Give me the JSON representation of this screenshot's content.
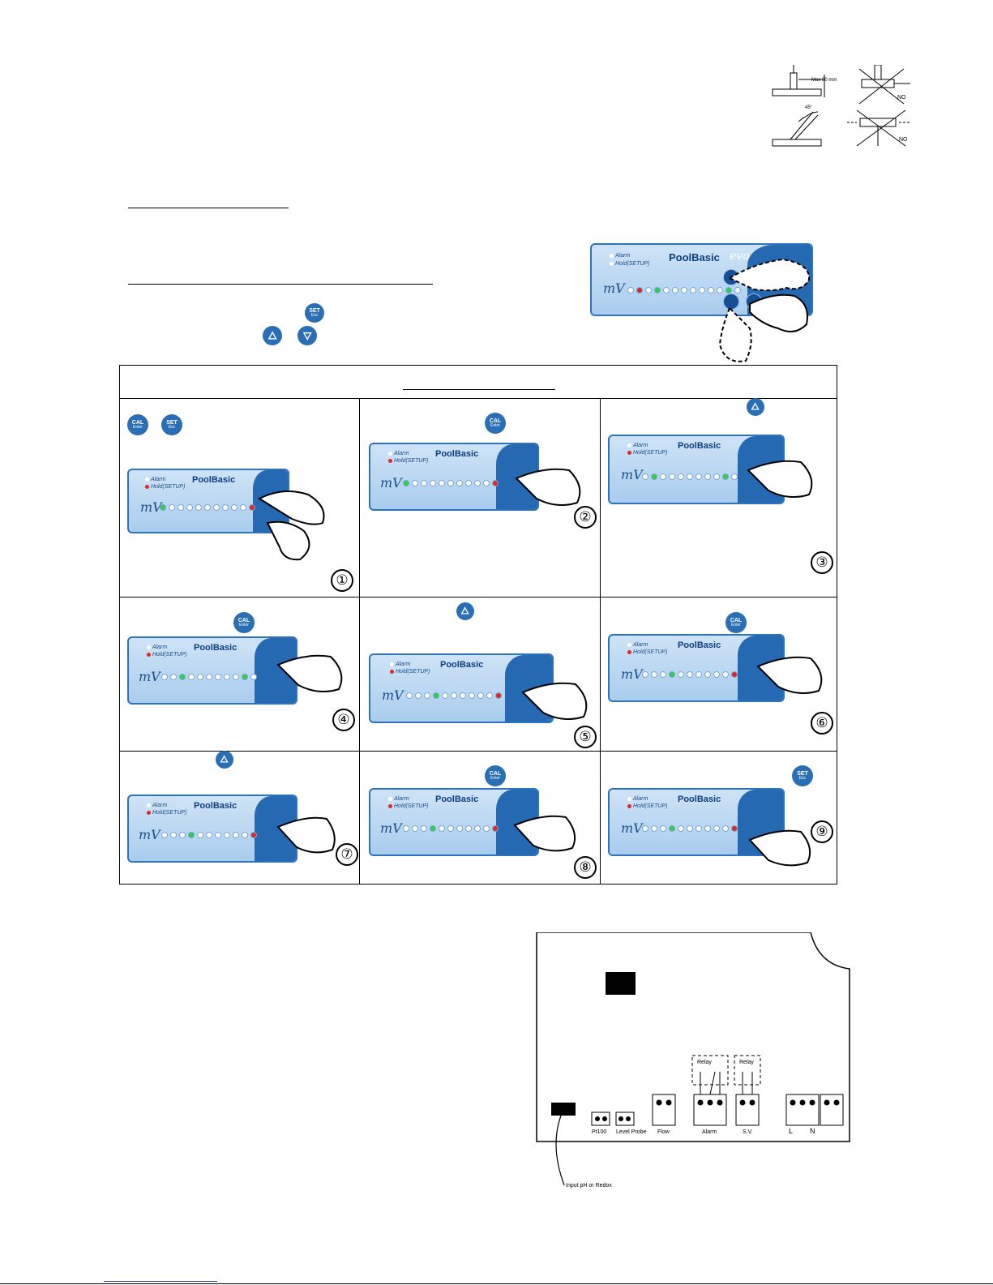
{
  "diagram_top": {
    "max_label": "Max 90 mm",
    "angle_label": "45°",
    "no_label_1": "NO",
    "no_label_2": "NO"
  },
  "panel": {
    "alarm": "Alarm",
    "hold": "Hold(SETUP)",
    "brand": "PoolBasic",
    "evo": "evo",
    "unit": "mV"
  },
  "buttons": {
    "cal": "CAL",
    "enter": "Enter",
    "set": "SET",
    "esc": "Esc"
  },
  "steps": [
    "①",
    "②",
    "③",
    "④",
    "⑤",
    "⑥",
    "⑦",
    "⑧",
    "⑨"
  ],
  "wiring": {
    "pt100": "Pt100",
    "level_probe": "Level Probe",
    "flow": "Flow",
    "alarm": "Alarm",
    "sv": "S.V.",
    "relay_1": "Relay",
    "relay_2": "Relay",
    "l": "L",
    "n": "N",
    "input": "Input pH or Redox"
  }
}
